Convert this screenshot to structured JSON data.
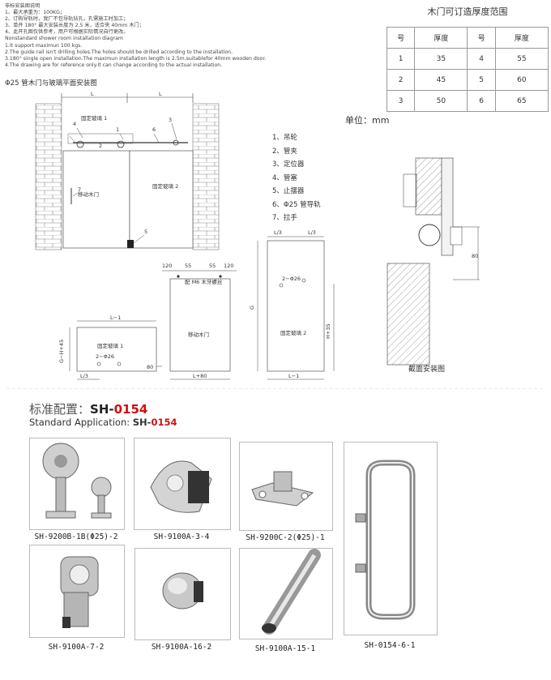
{
  "install_notes": {
    "lines": [
      "非标安装图说明",
      "1、最大承重为：100KG；",
      "2、订购导轨时，我厂不包导轨钻孔，孔需施工时加工；",
      "3、单开 180° 最大安装长度为 2.5 米，适合夹 40mm 木门；",
      "4、此开孔图仅供参考，用户可根据实际情况自行更改。",
      "Nonstandard shower room installation diagram",
      "1.It support maximun 100 kgs.",
      "2.The guide rail isn't drilling holes.The holes should be drilled according to the installation.",
      "3.180°  single open installation.The maximun installation length is 2.5m.suitablefor 40mm wooden door.",
      "4.The drawing are for reference only.It can change according to the actual installation."
    ],
    "subheading": "Φ25 管木门与玻璃平面安装图"
  },
  "thickness_table": {
    "title": "木门可订造厚度范围",
    "headers": [
      "号",
      "厚度",
      "号",
      "厚度"
    ],
    "rows": [
      [
        "1",
        "35",
        "4",
        "55"
      ],
      [
        "2",
        "45",
        "5",
        "60"
      ],
      [
        "3",
        "50",
        "6",
        "65"
      ]
    ]
  },
  "unit_label": "单位：mm",
  "parts_legend": [
    "1、吊轮",
    "2、管夹",
    "3、定位器",
    "4、管塞",
    "5、止摆器",
    "6、Φ25 管导轨",
    "7、拉手"
  ],
  "front_view": {
    "dim_left": "L",
    "dim_right": "L",
    "fixed_glass_top": "固定玻璃 1",
    "moving_door": "移动木门",
    "fixed_glass_2": "固定玻璃 2",
    "callouts": [
      "1",
      "2",
      "3",
      "4",
      "5",
      "6",
      "7"
    ]
  },
  "glass1_panel": {
    "dim_top": "L−1",
    "dim_left": "G−H+45",
    "label": "固定玻璃 1",
    "hole_label": "2−Φ26",
    "dim_bottom": "L/3",
    "dim_right": "80"
  },
  "door_panel": {
    "dims_top": [
      "120",
      "55",
      "55",
      "120"
    ],
    "note": "配 M6 木牙螺丝",
    "label": "移动木门",
    "dim_bottom": "L+80"
  },
  "glass2_panel": {
    "dims_top": [
      "L/3",
      "L/3"
    ],
    "hole_label": "2−Φ26",
    "dim_left": "G",
    "dim_right": "H+35",
    "label": "固定玻璃 2",
    "dim_bottom": "L−1"
  },
  "section_view": {
    "dim": "80",
    "caption": "截面安装图"
  },
  "standard": {
    "cn_label": "标准配置：",
    "en_label": "Standard Application:",
    "code_prefix": "SH-",
    "code_number": "0154"
  },
  "products": [
    {
      "model": "SH-9200B-1B(Φ25)-2",
      "icon": "hanging-wheel-icon"
    },
    {
      "model": "SH-9100A-3-4",
      "icon": "pipe-clamp-icon"
    },
    {
      "model": "SH-9200C-2(Φ25)-1",
      "icon": "positioner-icon"
    },
    {
      "model": "SH-0154-6-1",
      "icon": "door-handle-icon"
    },
    {
      "model": "SH-9100A-7-2",
      "icon": "stopper-icon"
    },
    {
      "model": "SH-9100A-16-2",
      "icon": "pipe-plug-icon"
    },
    {
      "model": "SH-9100A-15-1",
      "icon": "guide-rail-pipe-icon"
    }
  ]
}
